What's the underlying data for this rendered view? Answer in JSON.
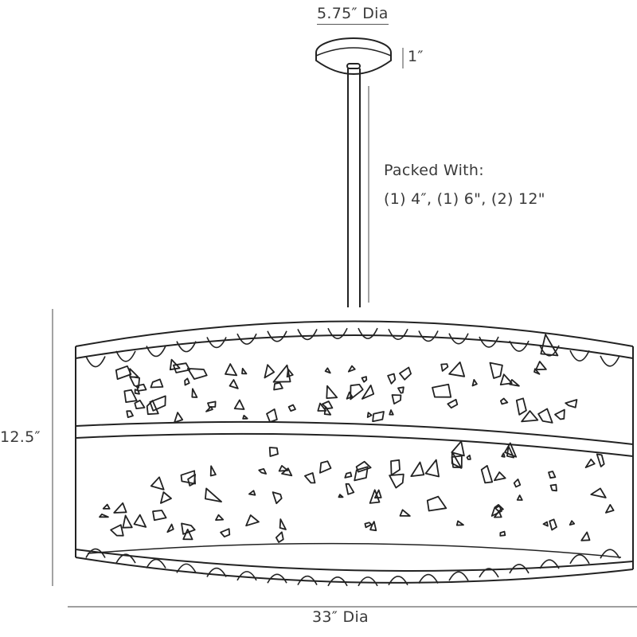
{
  "dimensions": {
    "canopy_diameter": "5.75″ Dia",
    "canopy_height": "1″",
    "overall_height": "12.5″",
    "shade_diameter": "33″ Dia"
  },
  "packing": {
    "title": "Packed With:",
    "rods": "(1) 4″, (1) 6\", (2) 12\""
  }
}
